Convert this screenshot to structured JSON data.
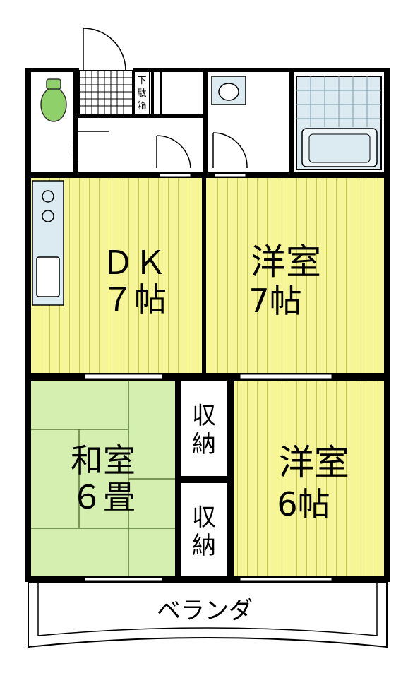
{
  "rooms": {
    "dk": {
      "line1": "ＤＫ",
      "line2": "７帖"
    },
    "western_room_1": {
      "line1": "洋室",
      "line2": "7帖"
    },
    "japanese_room": {
      "line1": "和室",
      "line2": "６畳"
    },
    "western_room_2": {
      "line1": "洋室",
      "line2": "6帖"
    },
    "closet_upper": {
      "line1": "収",
      "line2": "納"
    },
    "closet_lower": {
      "line1": "収",
      "line2": "納"
    },
    "shoe_box": {
      "line1": "下",
      "line2": "駄",
      "line3": "箱"
    },
    "balcony": {
      "label": "ベランダ"
    }
  },
  "colors": {
    "wood_floor": "#f6f59a",
    "wood_lines": "#c9c84e",
    "tatami": "#d4efb0",
    "tatami_lines": "#5a7a3a",
    "fixture_blue": "#dcebf2",
    "toilet_green": "#8fd06a",
    "wall": "#000000"
  }
}
